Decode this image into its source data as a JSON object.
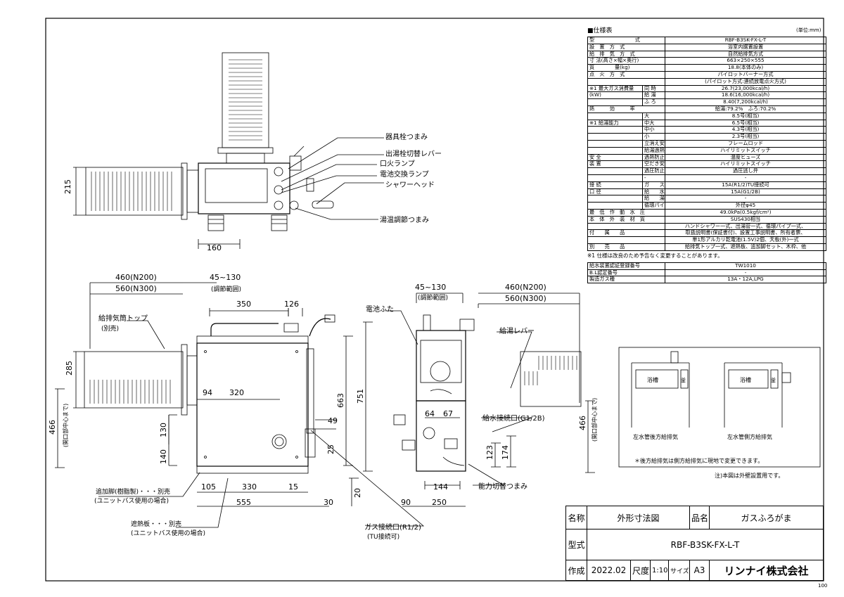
{
  "spec": {
    "title": "■仕様表",
    "unit": "(単位:mm)",
    "rows": [
      {
        "k": "型　　　　　　　　式",
        "v": "RBF-B3SK-FX-L-T"
      },
      {
        "k": "設　置　方　式",
        "v": "浴室内据置設置"
      },
      {
        "k": "給　排　気　方　式",
        "v": "自然給排気方式"
      },
      {
        "k": "寸 法(高さ×幅×奥行)",
        "v": "663×250×555"
      },
      {
        "k": "質　　　　量(kg)",
        "v": "18.8(本体のみ)"
      },
      {
        "k": "点　火　方　式",
        "v": "パイロットバーナー方式"
      },
      {
        "k": "",
        "v": "(パイロット方式:連続放電点火方式)"
      },
      {
        "k": "※1 最大ガス消費量",
        "sub": "同 時",
        "v": "26.7(23,000kcal/h)"
      },
      {
        "k": "(kW)",
        "sub": "給 湯",
        "v": "18.6(16,000kcal/h)"
      },
      {
        "k": "",
        "sub": "ふ ろ",
        "v": "8.40(7,200kcal/h)"
      },
      {
        "k": "熱　　　効　　　率",
        "v": "給湯:79.2%　ふろ:70.2%"
      },
      {
        "k": "",
        "sub": "大",
        "v": "8.5号(相当)"
      },
      {
        "k": "※1 給湯能力",
        "sub": "中大",
        "v": "6.5号(相当)"
      },
      {
        "k": "",
        "sub": "中小",
        "v": "4.3号(相当)"
      },
      {
        "k": "",
        "sub": "小",
        "v": "2.3号(相当)"
      },
      {
        "k": "",
        "sub": "立消え安全装置",
        "v": "フレームロッド"
      },
      {
        "k": "",
        "sub": "給湯過熱防止装置",
        "v": "ハイリミットスイッチ"
      },
      {
        "k": "安 全",
        "sub": "過熱防止装置",
        "v": "温度ヒューズ"
      },
      {
        "k": "装 置",
        "sub": "空だき安全装置",
        "v": "ハイリミットスイッチ"
      },
      {
        "k": "",
        "sub": "過圧防止安全装置",
        "v": "過圧逃し弁"
      },
      {
        "k": "",
        "sub": "-",
        "v": "-"
      },
      {
        "k": "接 続",
        "sub": "ガ　　ス",
        "v": "15A(R1/2)TU接続可"
      },
      {
        "k": "口 径",
        "sub": "給　　水",
        "v": "15A(G1/2B)"
      },
      {
        "k": "",
        "sub": "給　　湯",
        "v": "-"
      },
      {
        "k": "",
        "sub": "循環パイプ",
        "v": "外径φ45"
      },
      {
        "k": "最　低　作　動　水　圧",
        "v": "49.0kPa(0.5kgf/cm²)"
      },
      {
        "k": "本　体　外　装　材　質",
        "v": "SUS430相当"
      },
      {
        "k": "",
        "v": "ハンドシャワー一式、出湯管一式、循環パイプ一式、"
      },
      {
        "k": "付　　属　　品",
        "v": "取扱説明書(保証書付)、設置工事説明書、所有者票、"
      },
      {
        "k": "",
        "v": "単1形アルカリ乾電池(1.5V)2個、天板(外)一式"
      },
      {
        "k": "別　　売　　品",
        "v": "給排気トップ一式、遮熱板、追加脚セット、木枠、他"
      }
    ],
    "note1": "※1 仕様は改良のため予告なく変更することがあります。",
    "rows2": [
      {
        "k": "給水装置認証登録番号",
        "v": "TW1010"
      },
      {
        "k": "B.L認定番号",
        "v": "-"
      },
      {
        "k": "製造ガス種",
        "v": "13A・12A,LPG"
      }
    ]
  },
  "diagram_labels": {
    "l_kigu": "器具栓つまみ",
    "l_deyu": "出湯栓切替レバー",
    "l_kuchibi": "口火ランプ",
    "l_denchi_lamp": "電池交換ランプ",
    "l_shower": "シャワーヘッド",
    "l_yuon": "湯温調節つまみ",
    "l_kyuhai_top": "給排気筒トップ",
    "l_betsubai": "(別売)",
    "l_denchi_futa": "電池ふた",
    "l_kyuto_lever": "給湯レバー",
    "l_kyusui": "給水接続口(G1/2B)",
    "l_noryoku": "能力切替つまみ",
    "l_tsuika": "追加脚(樹脂製)・・・別売",
    "l_unit1": "(ユニットバス使用の場合)",
    "l_shanetsu": "遮熱板・・・別売",
    "l_unit2": "(ユニットバス使用の場合)",
    "l_gas": "ガス接続口(R1/2)",
    "l_tu": "(TU接続可)",
    "l_chosetsu1": "(調節範囲)",
    "l_chosetsu2": "(調節範囲)",
    "l_kaikou1": "(開口部中心まで)",
    "l_kaikou2": "(開口部中心まで)",
    "d215": "215",
    "d160": "160",
    "d460a": "460(N200)",
    "d560a": "560(N300)",
    "d45a": "45~130",
    "d350": "350",
    "d126": "126",
    "d285": "285",
    "d466a": "466",
    "d94": "94",
    "d320": "320",
    "d49": "49",
    "d663": "663",
    "d751": "751",
    "d130": "130",
    "d140": "140",
    "d25": "25",
    "d105": "105",
    "d330": "330",
    "d15": "15",
    "d20": "20",
    "d555": "555",
    "d30": "30",
    "d45b": "45~130",
    "d460b": "460(N200)",
    "d560b": "560(N300)",
    "d64": "64",
    "d67": "67",
    "d123": "123",
    "d174": "174",
    "d144": "144",
    "d90": "90",
    "d250": "250",
    "d466b": "466",
    "bath1": "浴槽",
    "bath2": "浴槽",
    "fu1": "釜",
    "fu2": "釜",
    "cap1": "左水管後方給排気",
    "cap2": "左水管側方給排気",
    "note_bath": "＊後方給排気は側方給排気に現地で変更できます。",
    "note_wall": "注)本図は外壁設置用です。"
  },
  "title_block": {
    "name_label": "名称",
    "name_value": "外形寸法図",
    "product_label": "品名",
    "product_value": "ガスふろがま",
    "model_label": "型式",
    "model_value": "RBF-B3SK-FX-L-T",
    "made_label": "作成",
    "made_value": "2022.02",
    "scale_label": "尺度",
    "scale_value": "1:10",
    "size_label": "サイズ",
    "size_value": "A3",
    "company": "リンナイ株式会社"
  },
  "page_number": "100"
}
